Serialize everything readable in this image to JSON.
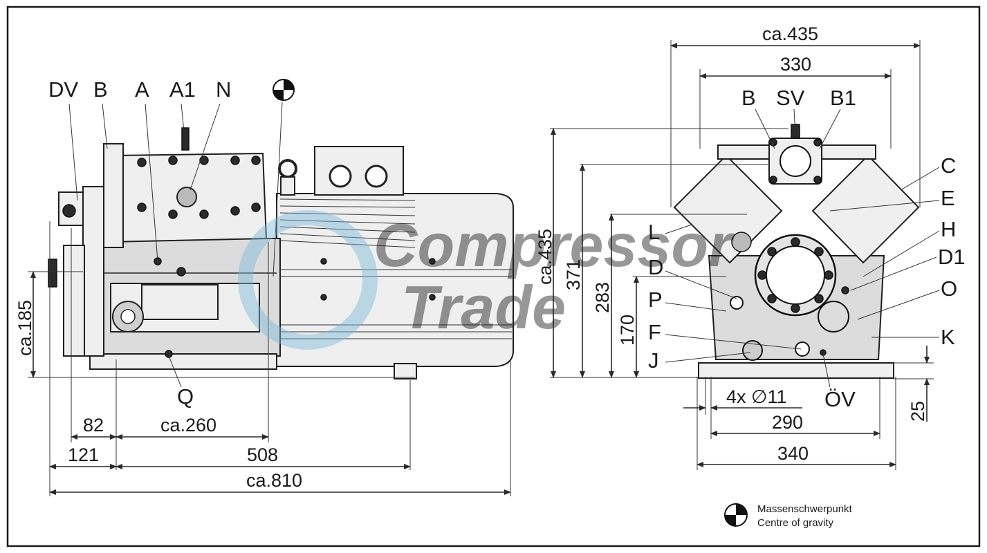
{
  "side_view": {
    "labels": {
      "dv": "DV",
      "b": "B",
      "a": "A",
      "a1": "A1",
      "n": "N",
      "q": "Q"
    },
    "dimensions": {
      "height_ca185": "ca.185",
      "d82": "82",
      "d121": "121",
      "ca260": "ca.260",
      "d508": "508",
      "ca810": "ca.810"
    }
  },
  "front_view": {
    "labels": {
      "b": "B",
      "sv": "SV",
      "b1": "B1",
      "c": "C",
      "e": "E",
      "h": "H",
      "d1": "D1",
      "o": "O",
      "k": "K",
      "l": "L",
      "d": "D",
      "p": "P",
      "f": "F",
      "j": "J",
      "ov": "ÖV"
    },
    "dimensions": {
      "width_ca435": "ca.435",
      "w330": "330",
      "height_ca435": "ca.435",
      "h371": "371",
      "h283": "283",
      "h170": "170",
      "holes": "4x ∅11",
      "w290": "290",
      "w340": "340",
      "h25": "25"
    }
  },
  "watermark": {
    "line1": "Compressor",
    "line2": "Trade"
  },
  "legend": {
    "line1": "Massenschwerpunkt",
    "line2": "Centre of gravity",
    "icon": "centre-of-gravity-icon"
  }
}
